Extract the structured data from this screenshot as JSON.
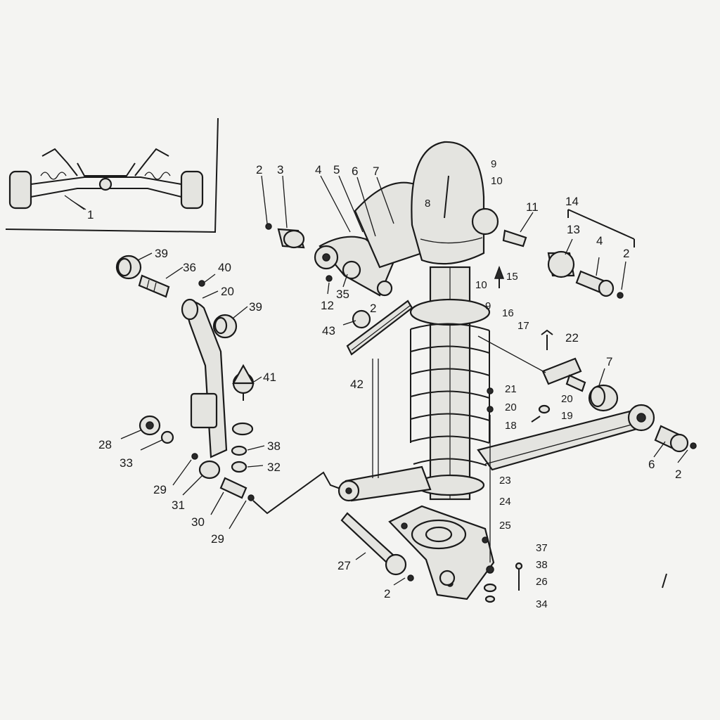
{
  "diagram": {
    "labels": [
      {
        "id": "l1",
        "text": "1"
      },
      {
        "id": "l2a",
        "text": "2"
      },
      {
        "id": "l3",
        "text": "3"
      },
      {
        "id": "l4a",
        "text": "4"
      },
      {
        "id": "l5",
        "text": "5"
      },
      {
        "id": "l6a",
        "text": "6"
      },
      {
        "id": "l7a",
        "text": "7"
      },
      {
        "id": "l9a",
        "text": "9"
      },
      {
        "id": "l10a",
        "text": "10"
      },
      {
        "id": "l8",
        "text": "8"
      },
      {
        "id": "l11",
        "text": "11"
      },
      {
        "id": "l14",
        "text": "14"
      },
      {
        "id": "l13",
        "text": "13"
      },
      {
        "id": "l4b",
        "text": "4"
      },
      {
        "id": "l2b",
        "text": "2"
      },
      {
        "id": "l39a",
        "text": "39"
      },
      {
        "id": "l36",
        "text": "36"
      },
      {
        "id": "l40",
        "text": "40"
      },
      {
        "id": "l20a",
        "text": "20"
      },
      {
        "id": "l39b",
        "text": "39"
      },
      {
        "id": "l10b",
        "text": "10"
      },
      {
        "id": "l15",
        "text": "15"
      },
      {
        "id": "l12",
        "text": "12"
      },
      {
        "id": "l35",
        "text": "35"
      },
      {
        "id": "l2c",
        "text": "2"
      },
      {
        "id": "l9b",
        "text": "9"
      },
      {
        "id": "l16",
        "text": "16"
      },
      {
        "id": "l17",
        "text": "17"
      },
      {
        "id": "l43",
        "text": "43"
      },
      {
        "id": "l22",
        "text": "22"
      },
      {
        "id": "l41",
        "text": "41"
      },
      {
        "id": "l7b",
        "text": "7"
      },
      {
        "id": "l42",
        "text": "42"
      },
      {
        "id": "l21",
        "text": "21"
      },
      {
        "id": "l20b",
        "text": "20"
      },
      {
        "id": "l20c",
        "text": "20"
      },
      {
        "id": "l19",
        "text": "19"
      },
      {
        "id": "l18",
        "text": "18"
      },
      {
        "id": "l28",
        "text": "28"
      },
      {
        "id": "l38a",
        "text": "38"
      },
      {
        "id": "l33",
        "text": "33"
      },
      {
        "id": "l32",
        "text": "32"
      },
      {
        "id": "l6b",
        "text": "6"
      },
      {
        "id": "l2d",
        "text": "2"
      },
      {
        "id": "l29a",
        "text": "29"
      },
      {
        "id": "l31",
        "text": "31"
      },
      {
        "id": "l23",
        "text": "23"
      },
      {
        "id": "l24",
        "text": "24"
      },
      {
        "id": "l30",
        "text": "30"
      },
      {
        "id": "l25",
        "text": "25"
      },
      {
        "id": "l29b",
        "text": "29"
      },
      {
        "id": "l37",
        "text": "37"
      },
      {
        "id": "l27",
        "text": "27"
      },
      {
        "id": "l38b",
        "text": "38"
      },
      {
        "id": "l26",
        "text": "26"
      },
      {
        "id": "l2e",
        "text": "2"
      },
      {
        "id": "l34",
        "text": "34"
      }
    ]
  }
}
